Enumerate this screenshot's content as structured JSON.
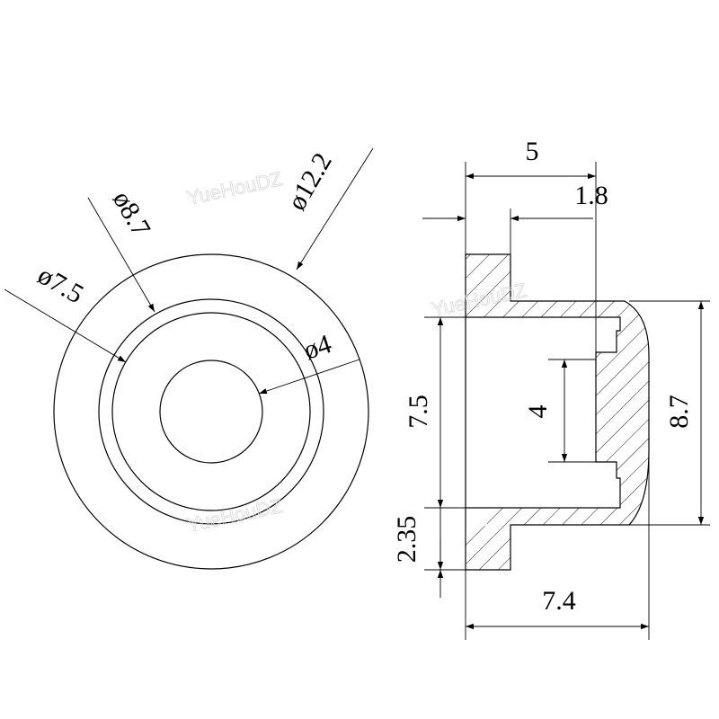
{
  "watermark": "YueHouDZ",
  "front_view": {
    "outer_diameter": "ø12.2",
    "flange_diameter": "ø8.7",
    "inner_diameter": "ø7.5",
    "bore_diameter": "ø4"
  },
  "section_view": {
    "total_length": "5",
    "flange_thickness": "1.8",
    "body_height": "7.5",
    "flange_offset": "2.35",
    "cap_height": "8.7",
    "bore": "4",
    "total_width": "7.4"
  }
}
